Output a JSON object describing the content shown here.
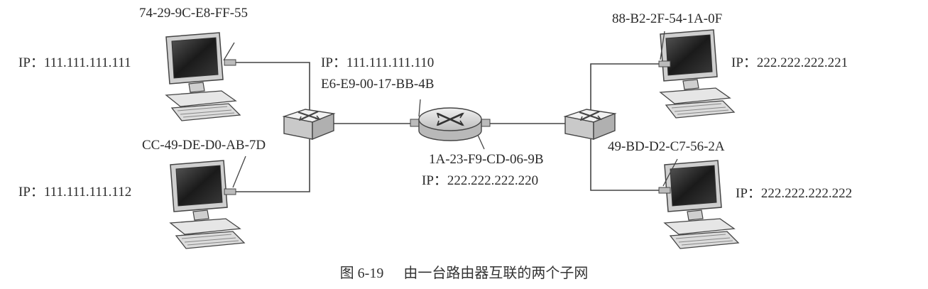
{
  "hosts": [
    {
      "mac": "74-29-9C-E8-FF-55",
      "ip_label": "IP：",
      "ip": "111.111.111.111"
    },
    {
      "mac": "CC-49-DE-D0-AB-7D",
      "ip_label": "IP：",
      "ip": "111.111.111.112"
    },
    {
      "mac": "88-B2-2F-54-1A-0F",
      "ip_label": "IP：",
      "ip": "222.222.222.221"
    },
    {
      "mac": "49-BD-D2-C7-56-2A",
      "ip_label": "IP：",
      "ip": "222.222.222.222"
    }
  ],
  "router": {
    "left": {
      "ip_label": "IP：",
      "ip": "111.111.111.110",
      "mac": "E6-E9-00-17-BB-4B"
    },
    "right": {
      "mac": "1A-23-F9-CD-06-9B",
      "ip_label": "IP：",
      "ip": "222.222.222.220"
    }
  },
  "caption": {
    "number": "图 6-19",
    "text": "由一台路由器互联的两个子网"
  },
  "colors": {
    "line": "#444444",
    "device_fill": "#d9d9d9",
    "screen": "#222222"
  }
}
